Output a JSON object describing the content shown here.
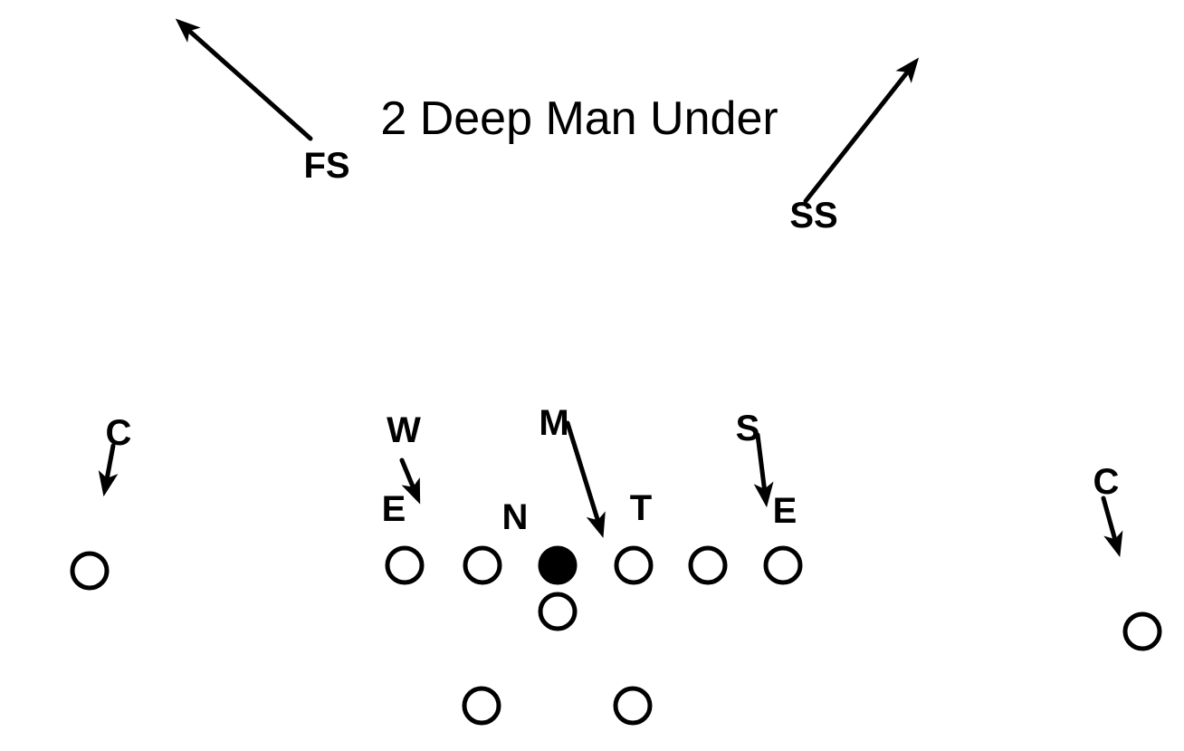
{
  "title": "2 Deep Man Under",
  "colors": {
    "ink": "#000000",
    "background": "#ffffff"
  },
  "defense": {
    "free_safety": "FS",
    "strong_safety": "SS",
    "corner_left": "C",
    "corner_right": "C",
    "will_linebacker": "W",
    "mike_linebacker": "M",
    "sam_linebacker": "S",
    "end_left": "E",
    "end_right": "E",
    "nose_tackle": "N",
    "tackle": "T"
  }
}
